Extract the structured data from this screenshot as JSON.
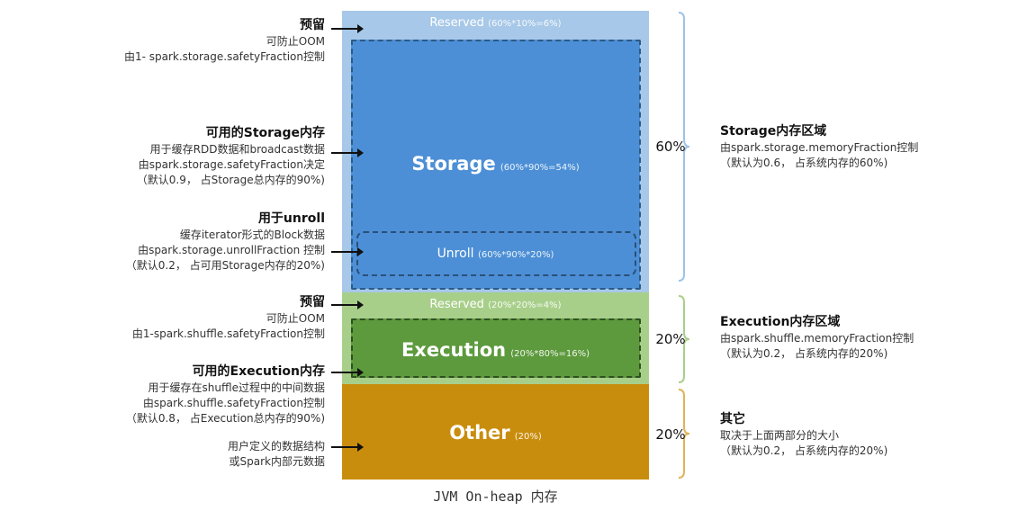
{
  "blocks": {
    "reserved_top": {
      "label": "Reserved",
      "formula": "(60%*10%=6%)"
    },
    "storage": {
      "label": "Storage",
      "formula": "(60%*90%=54%)"
    },
    "unroll": {
      "label": "Unroll",
      "formula": "(60%*90%*20%)"
    },
    "reserved_mid": {
      "label": "Reserved",
      "formula": "(20%*20%=4%)"
    },
    "execution": {
      "label": "Execution",
      "formula": "(20%*80%=16%)"
    },
    "other": {
      "label": "Other",
      "formula": "(20%)"
    }
  },
  "left_annotations": {
    "reserved1": {
      "title": "预留",
      "lines": [
        "可防止OOM",
        "由1- spark.storage.safetyFraction控制"
      ]
    },
    "storage": {
      "title": "可用的Storage内存",
      "lines": [
        "用于缓存RDD数据和broadcast数据",
        "由spark.storage.safetyFraction决定",
        "（默认0.9，  占Storage总内存的90%)"
      ]
    },
    "unroll": {
      "title": "用于unroll",
      "lines": [
        "缓存iterator形式的Block数据",
        "由spark.storage.unrollFraction 控制",
        "（默认0.2，  占可用Storage内存的20%)"
      ]
    },
    "reserved2": {
      "title": "预留",
      "lines": [
        "可防止OOM",
        "由1-spark.shuffle.safetyFraction控制"
      ]
    },
    "execution": {
      "title": "可用的Execution内存",
      "lines": [
        "用于缓存在shuffle过程中的中间数据",
        "由spark.shuffle.safetyFraction控制",
        "（默认0.8，  占Execution总内存的90%)"
      ]
    },
    "other": {
      "lines": [
        "用户定义的数据结构",
        "或Spark内部元数据"
      ]
    }
  },
  "right_regions": {
    "storage": {
      "percent": "60%",
      "title": "Storage内存区域",
      "lines": [
        "由spark.storage.memoryFraction控制",
        "（默认为0.6，  占系统内存的60%)"
      ]
    },
    "execution": {
      "percent": "20%",
      "title": "Execution内存区域",
      "lines": [
        "由spark.shuffle.memoryFraction控制",
        "（默认为0.2，  占系统内存的20%)"
      ]
    },
    "other": {
      "percent": "20%",
      "title": "其它",
      "lines": [
        "取决于上面两部分的大小",
        "（默认为0.2，  占系统内存的20%)"
      ]
    }
  },
  "caption": "JVM On-heap 内存",
  "colors": {
    "reserved_top": "#a7c8e8",
    "storage": "#4c8fd6",
    "reserved_mid": "#a8cf8a",
    "execution": "#5d9a3d",
    "other": "#c98d0d",
    "brace": "#9cc3e8"
  }
}
